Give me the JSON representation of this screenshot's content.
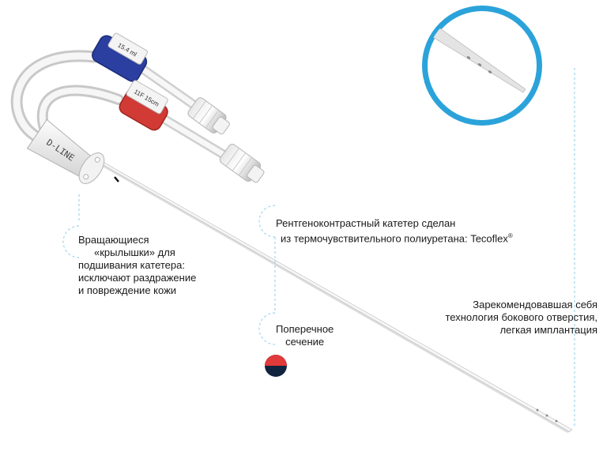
{
  "brand": {
    "catheter_text": "D-LINE"
  },
  "hub_labels": {
    "blue_clamp": "15.4 ml",
    "red_clamp": "11F 15cm"
  },
  "annotations": {
    "wings": {
      "lines": [
        "Вращающиеся",
        "«крылышки» для",
        "подшивания катетера:",
        "исключают раздражение",
        "и повреждение кожи"
      ]
    },
    "material": {
      "line1": "Рентгеноконтрастный катетер сделан",
      "line2_prefix": "из термочувствительного полиуретана: Tecoflex",
      "registered_mark": "®"
    },
    "cross_section": {
      "lines": [
        "Поперечное",
        "сечение"
      ],
      "colors": {
        "top": "#e03a3a",
        "bottom": "#10233f"
      }
    },
    "side_hole": {
      "lines": [
        "Зарекомендовавшая себя",
        "технология бокового отверстия,",
        "легкая имплантация"
      ]
    }
  },
  "colors": {
    "accent_ring": "#2ba3da",
    "blue_clamp": "#2a3fa0",
    "red_clamp": "#d23a35",
    "dashed_line": "#9fd4ee"
  }
}
